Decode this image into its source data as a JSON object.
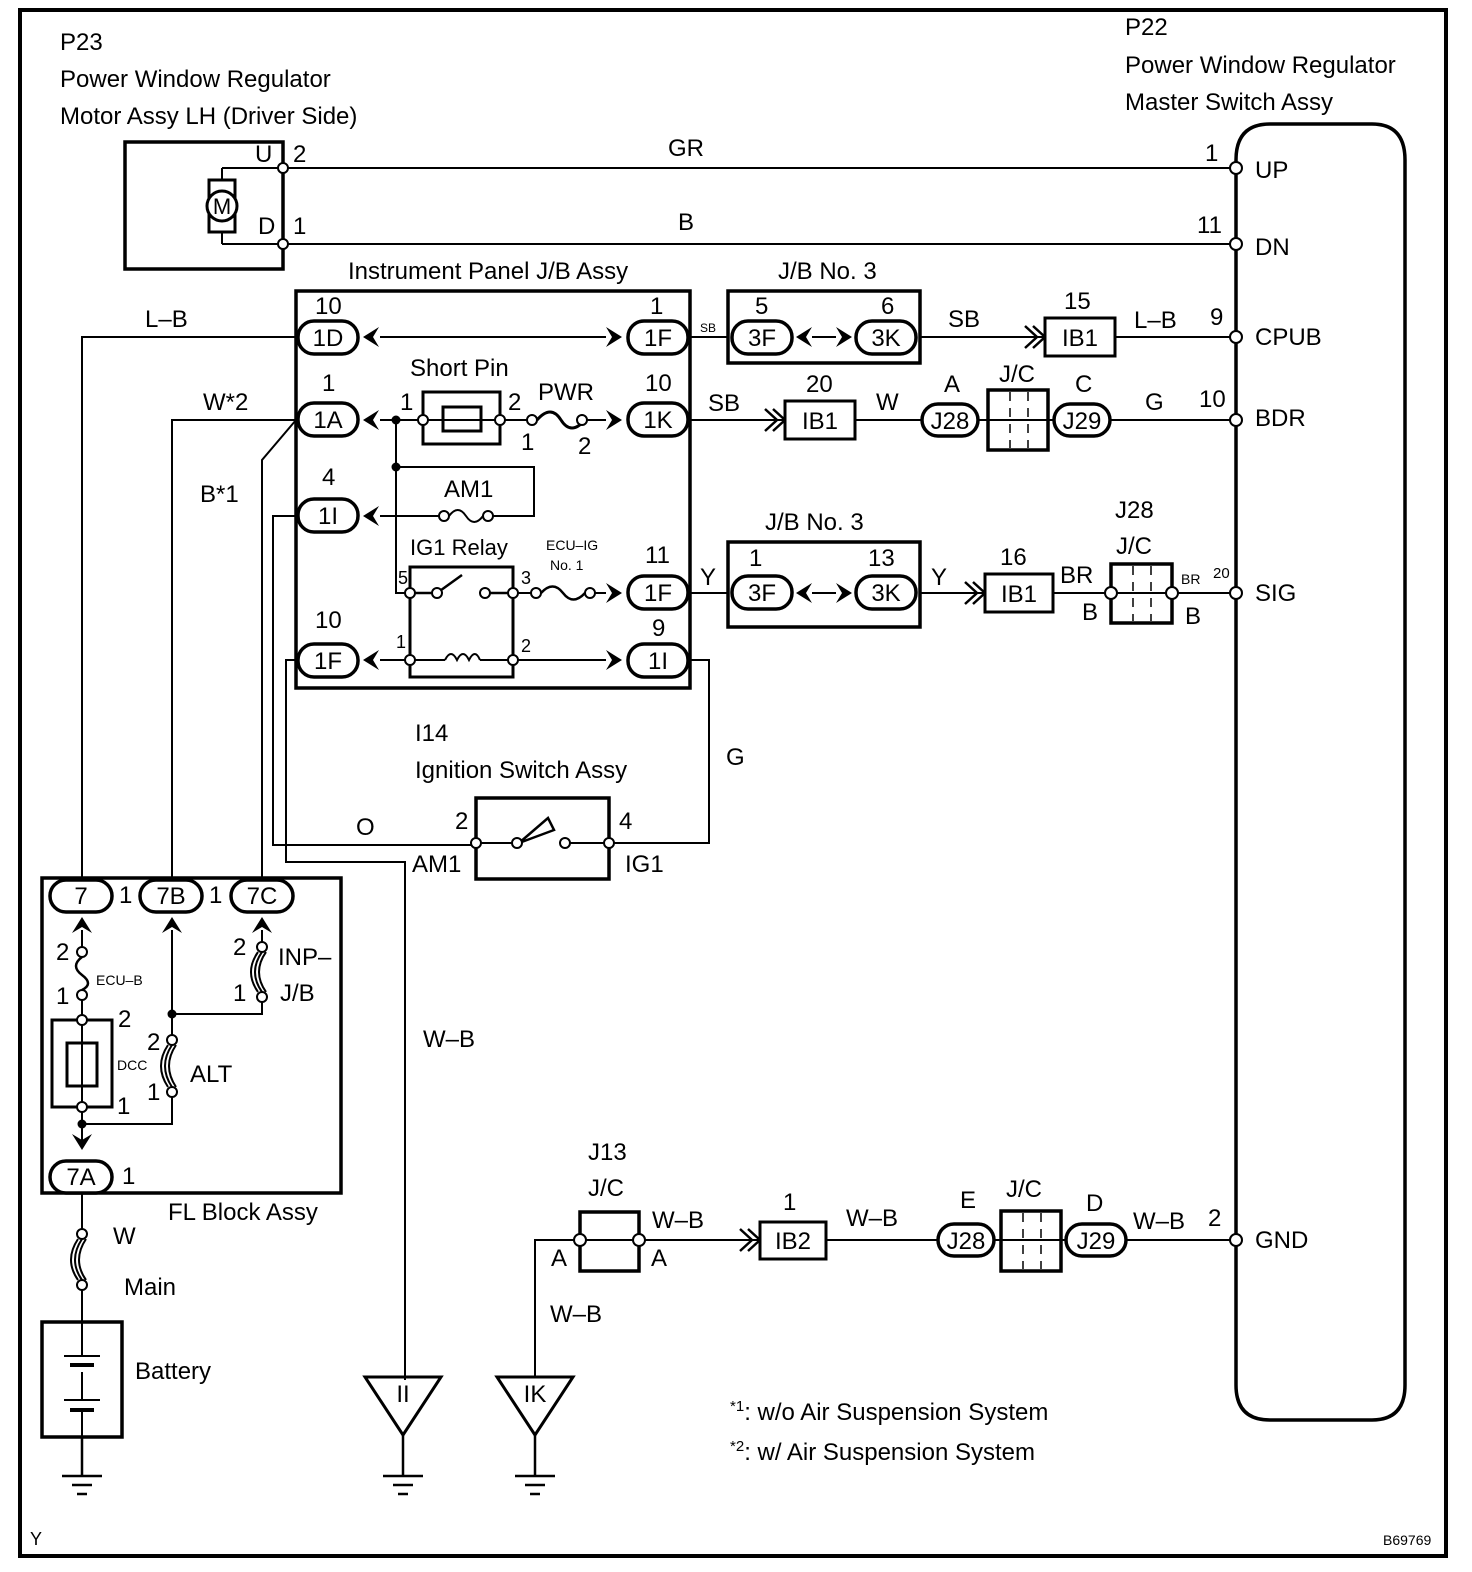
{
  "diagram": {
    "frame_corner_code": "Y",
    "figure_id": "B69769",
    "components": {
      "p23": {
        "code": "P23",
        "name_line1": "Power Window Regulator",
        "name_line2": "Motor Assy LH (Driver Side)",
        "motor_symbol": "M",
        "pins": [
          {
            "label": "U",
            "num": "2"
          },
          {
            "label": "D",
            "num": "1"
          }
        ]
      },
      "p22": {
        "code": "P22",
        "name_line1": "Power Window Regulator",
        "name_line2": "Master Switch Assy",
        "pins": [
          {
            "num": "1",
            "label": "UP"
          },
          {
            "num": "11",
            "label": "DN"
          },
          {
            "num": "9",
            "label": "CPUB"
          },
          {
            "num": "10",
            "label": "BDR"
          },
          {
            "num": "20",
            "label": "SIG"
          },
          {
            "num": "2",
            "label": "GND"
          }
        ]
      },
      "ip_jb": {
        "title": "Instrument Panel J/B Assy",
        "connectors": [
          {
            "pin": "10",
            "id": "1D"
          },
          {
            "pin": "1",
            "id": "1A"
          },
          {
            "pin": "4",
            "id": "1I"
          },
          {
            "pin": "10",
            "id": "1F"
          },
          {
            "pin": "1",
            "id": "1F"
          },
          {
            "pin": "10",
            "id": "1K"
          },
          {
            "pin": "11",
            "id": "1F"
          },
          {
            "pin": "9",
            "id": "1I"
          }
        ],
        "short_pin": {
          "label": "Short Pin",
          "pin1": "1",
          "pin2": "2"
        },
        "pwr_fuse": {
          "label": "PWR",
          "pin1": "1",
          "pin2": "2"
        },
        "am1_fuse": {
          "label": "AM1"
        },
        "relay": {
          "label": "IG1 Relay",
          "pins": [
            "5",
            "3",
            "1",
            "2"
          ]
        },
        "ecu_ig_fuse": {
          "label_line1": "ECU–IG",
          "label_line2": "No. 1"
        }
      },
      "jb3_top": {
        "title": "J/B No. 3",
        "left": {
          "pin": "5",
          "id": "3F"
        },
        "right": {
          "pin": "6",
          "id": "3K"
        }
      },
      "jb3_bottom": {
        "title": "J/B No. 3",
        "left": {
          "pin": "1",
          "id": "3F"
        },
        "right": {
          "pin": "13",
          "id": "3K"
        }
      },
      "ib1_cpub": {
        "id": "IB1",
        "pin": "15"
      },
      "ib1_bdr": {
        "id": "IB1",
        "pin": "20"
      },
      "ib1_sig": {
        "id": "IB1",
        "pin": "16"
      },
      "ib2_gnd": {
        "id": "IB2",
        "pin": "1"
      },
      "jc_bdr": {
        "title": "J/C",
        "left": {
          "pin": "A",
          "id": "J28"
        },
        "right": {
          "pin": "C",
          "id": "J29"
        }
      },
      "jc_sig": {
        "code": "J28",
        "title": "J/C",
        "left_labels": [
          "BR",
          "B"
        ],
        "right_labels": [
          "BR",
          "B"
        ]
      },
      "jc_gnd": {
        "title": "J/C",
        "left": {
          "pin": "E",
          "id": "J28"
        },
        "right": {
          "pin": "D",
          "id": "J29"
        }
      },
      "j13": {
        "code": "J13",
        "title": "J/C",
        "pin_left": "A",
        "pin_right": "A"
      },
      "ignition": {
        "code": "I14",
        "name": "Ignition Switch Assy",
        "pin_left": "2",
        "pin_right": "4",
        "term_left": "AM1",
        "term_right": "IG1"
      },
      "fl_block": {
        "title": "FL Block Assy",
        "connectors": [
          {
            "id": "7",
            "pin": "1"
          },
          {
            "id": "7B",
            "pin": "1"
          },
          {
            "id": "7C",
            "pin": "1"
          },
          {
            "id": "7A",
            "pin": "1"
          }
        ],
        "ecu_b": {
          "label": "ECU–B",
          "pin1": "1",
          "pin2": "2"
        },
        "dcc": {
          "label": "DCC",
          "pin1": "1",
          "pin2": "2"
        },
        "alt": {
          "label": "ALT",
          "pin1": "1",
          "pin2": "2"
        },
        "inp_jb": {
          "label_line1": "INP–",
          "label_line2": "J/B",
          "pin1": "1",
          "pin2": "2"
        }
      },
      "main_fuse": {
        "label": "Main",
        "wire": "W"
      },
      "battery": {
        "label": "Battery"
      },
      "ground_ii": {
        "label": "II"
      },
      "ground_ik": {
        "label": "IK"
      }
    },
    "wires": {
      "up": "GR",
      "dn": "B",
      "lb_left": "L–B",
      "w2_left": "W*2",
      "b1_left": "B*1",
      "sb_small": "SB",
      "sb_cpub": "SB",
      "lb_cpub": "L–B",
      "sb_bdr": "SB",
      "w_bdr": "W",
      "g_bdr": "G",
      "y_left": "Y",
      "y_right": "Y",
      "br_sig": "BR",
      "g_ign": "G",
      "o_ign": "O",
      "wb_ii": "W–B",
      "wb_j13_right": "W–B",
      "wb_ib2": "W–B",
      "wb_gnd": "W–B",
      "wb_ik": "W–B"
    },
    "notes": [
      {
        "mark": "*1",
        "text": ": w/o Air Suspension System"
      },
      {
        "mark": "*2",
        "text": ": w/ Air Suspension System"
      }
    ]
  }
}
